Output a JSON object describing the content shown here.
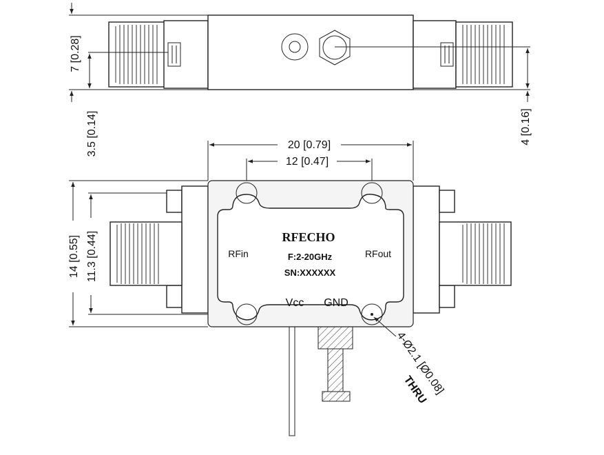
{
  "top_view": {
    "height_dim": "7 [0.28]",
    "offset_dim": "3.5 [0.14]",
    "right_dim": "4 [0.16]"
  },
  "front_view": {
    "width_dim": "20 [0.79]",
    "hole_spacing_dim": "12 [0.47]",
    "height_dim": "14 [0.55]",
    "hole_vertical_dim": "11.3 [0.44]",
    "hole_callout": "4-Ø2.1 [Ø0.08]",
    "hole_note": "THRU"
  },
  "label": {
    "brand": "RFECHO",
    "frequency": "F:2-20GHz",
    "serial": "SN:XXXXXX"
  },
  "ports": {
    "rf_in": "RFin",
    "rf_out": "RFout",
    "vcc": "Vcc",
    "gnd": "GND"
  }
}
